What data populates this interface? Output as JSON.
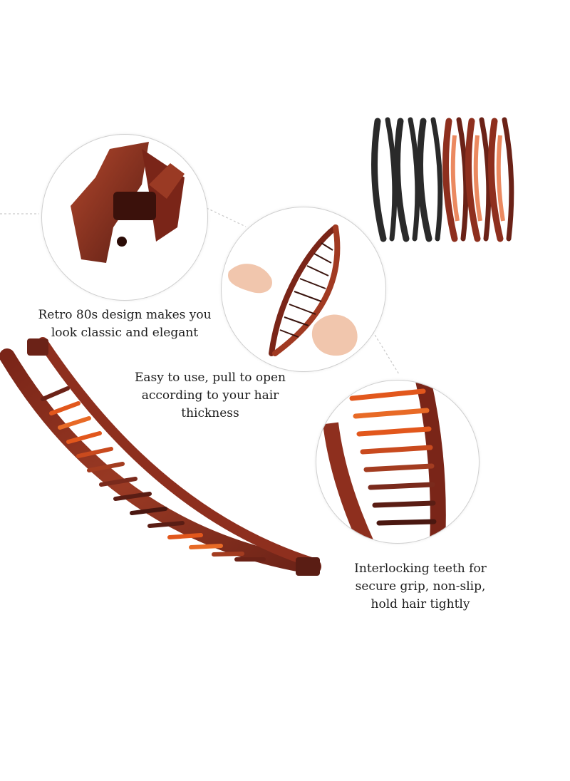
{
  "features": [
    {
      "id": "retro",
      "lines": [
        "Retro 80s design makes you",
        "look classic and elegant"
      ]
    },
    {
      "id": "easy",
      "lines": [
        "Easy to use, pull to open",
        "according to your hair",
        "thickness"
      ]
    },
    {
      "id": "teeth",
      "lines": [
        "Interlocking teeth for",
        "secure grip, non-slip,",
        "hold hair tightly"
      ]
    }
  ],
  "colors": {
    "tortoise_dark": "#5a1d14",
    "tortoise_mid": "#8e2f1e",
    "tortoise_light": "#e2571c",
    "black_clip": "#2a2a2a",
    "circle_border": "#cfcfcf"
  },
  "product_set": {
    "black_count": 3,
    "tortoise_count": 3
  }
}
